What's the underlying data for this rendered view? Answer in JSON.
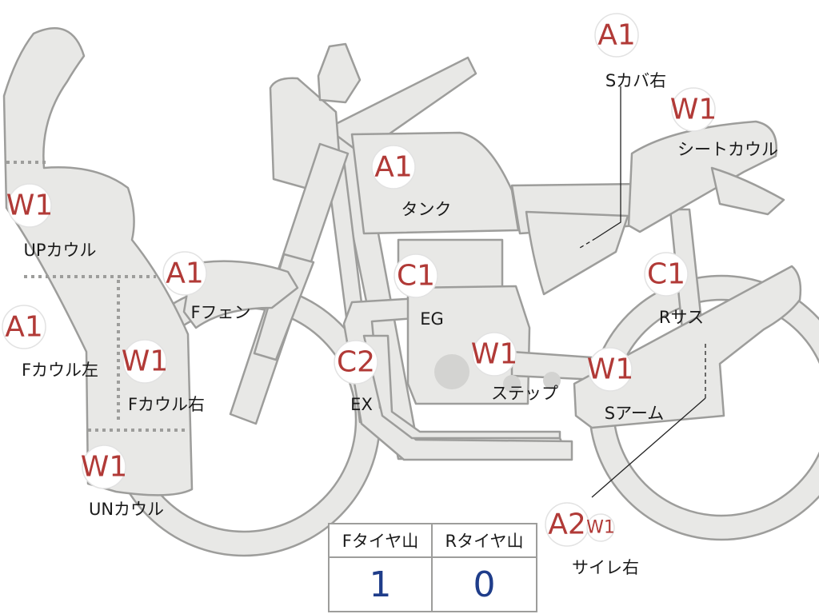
{
  "parts": [
    {
      "id": "s-cover-right",
      "code": "A1",
      "name": "Sカバ右"
    },
    {
      "id": "seat-cowl",
      "code": "W1",
      "name": "シートカウル"
    },
    {
      "id": "tank",
      "code": "A1",
      "name": "タンク"
    },
    {
      "id": "up-cowl",
      "code": "W1",
      "name": "UPカウル"
    },
    {
      "id": "f-fender",
      "code": "A1",
      "name": "Fフェン"
    },
    {
      "id": "engine",
      "code": "C1",
      "name": "EG"
    },
    {
      "id": "r-suspension",
      "code": "C1",
      "name": "Rサス"
    },
    {
      "id": "f-cowl-left",
      "code": "A1",
      "name": "Fカウル左"
    },
    {
      "id": "f-cowl-right",
      "code": "W1",
      "name": "Fカウル右"
    },
    {
      "id": "exhaust",
      "code": "C2",
      "name": "EX"
    },
    {
      "id": "step",
      "code": "W1",
      "name": "ステップ"
    },
    {
      "id": "swing-arm",
      "code": "W1",
      "name": "Sアーム"
    },
    {
      "id": "under-cowl",
      "code": "W1",
      "name": "UNカウル"
    },
    {
      "id": "silencer-right",
      "code": "A2",
      "code2": "W1",
      "name": "サイレ右"
    }
  ],
  "tire_table": {
    "front_label": "Fタイヤ山",
    "rear_label": "Rタイヤ山",
    "front_value": "1",
    "rear_value": "0"
  }
}
